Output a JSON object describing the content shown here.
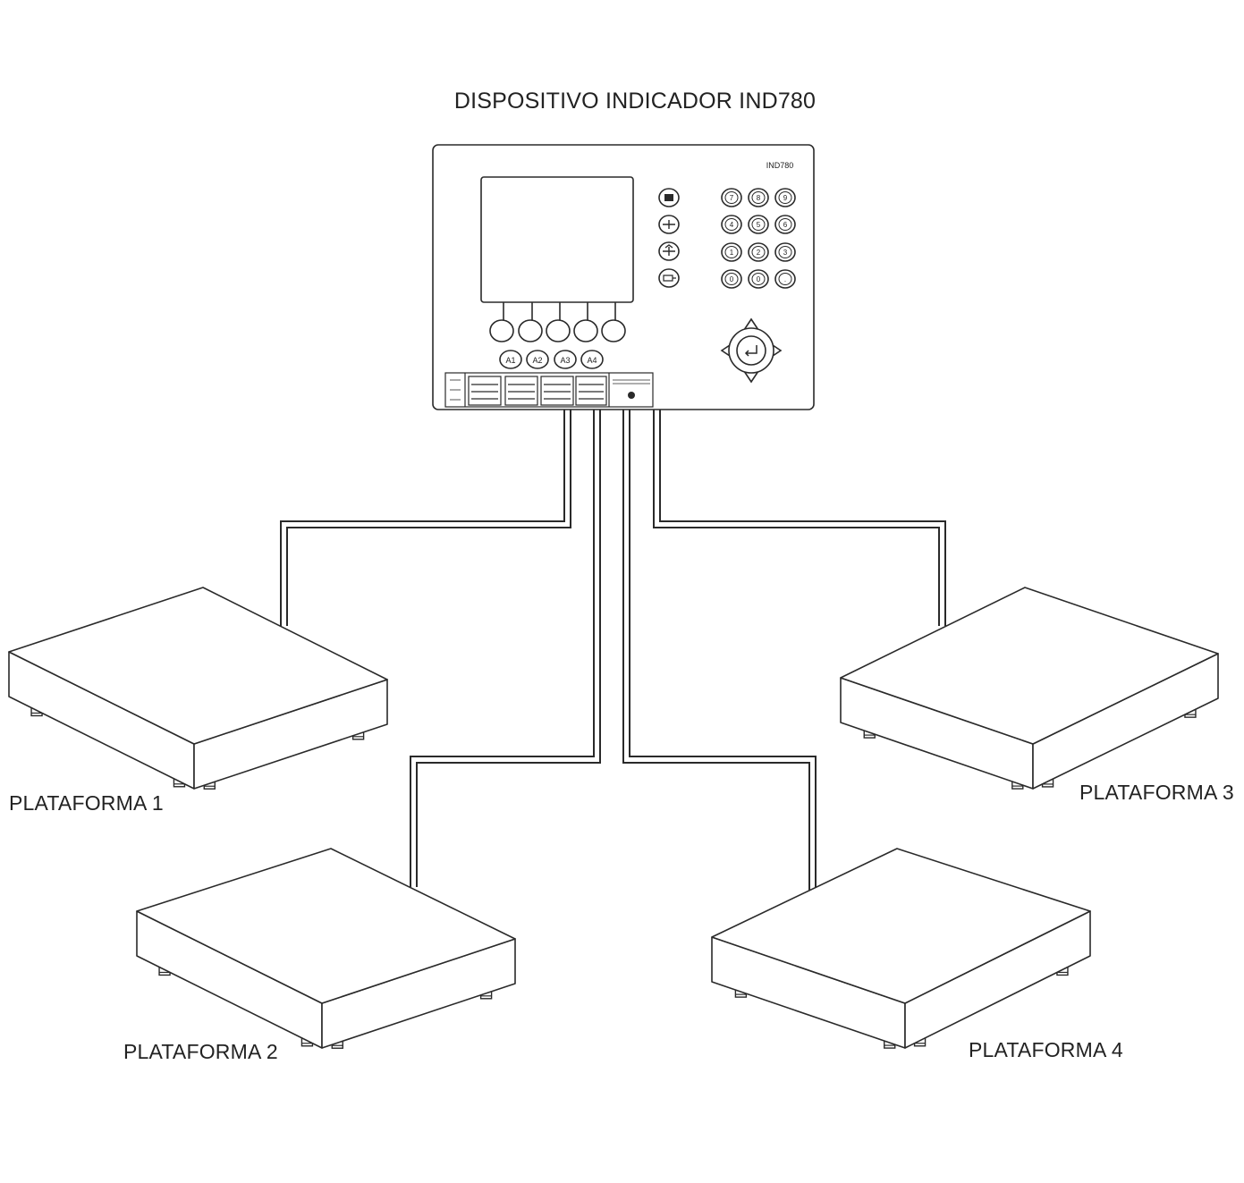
{
  "diagram": {
    "title": "DISPOSITIVO INDICADOR IND780",
    "indicator": {
      "model_badge": "IND780",
      "app_keys": [
        "A1",
        "A2",
        "A3",
        "A4"
      ],
      "keypad": [
        "7",
        "8",
        "9",
        "4",
        "5",
        "6",
        "1",
        "2",
        "3",
        "0",
        "0",
        "."
      ]
    },
    "platforms": [
      {
        "label": "PLATAFORMA 1"
      },
      {
        "label": "PLATAFORMA 2"
      },
      {
        "label": "PLATAFORMA 3"
      },
      {
        "label": "PLATAFORMA 4"
      }
    ],
    "colors": {
      "stroke": "#2a2a2a",
      "background": "#ffffff"
    }
  }
}
